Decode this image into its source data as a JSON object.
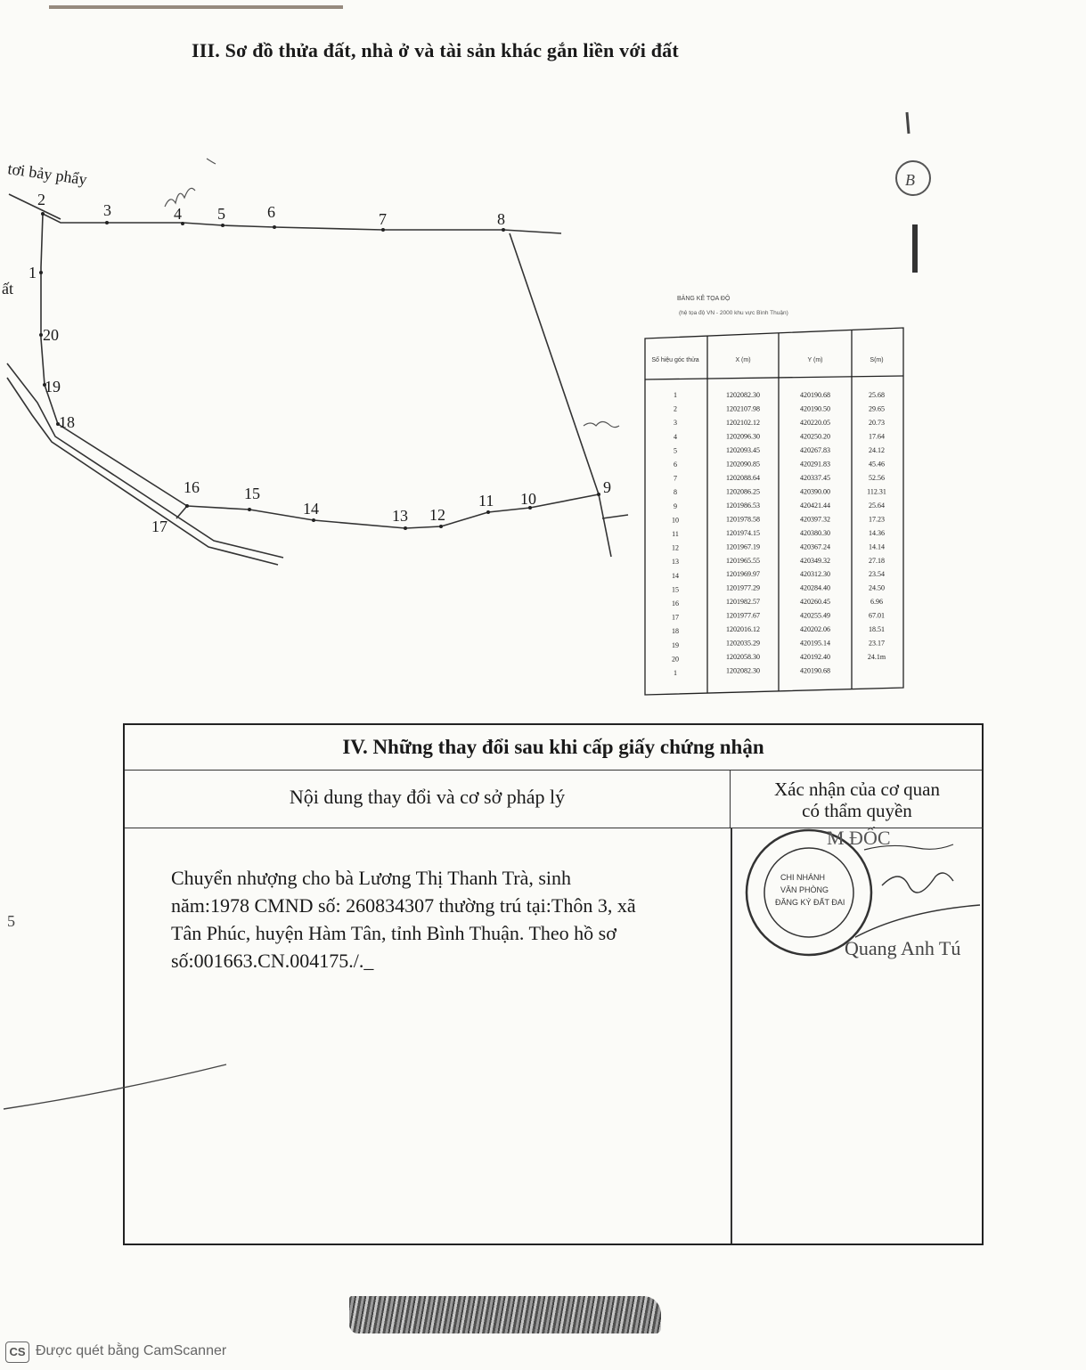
{
  "section3": {
    "title": "III. Sơ đồ thửa đất, nhà ở và tài sản khác gắn liền với đất"
  },
  "map": {
    "road_label": "tơi bảy phẩy",
    "left_fragment": "ất",
    "point_labels": [
      "1",
      "2",
      "3",
      "4",
      "5",
      "6",
      "7",
      "8",
      "9",
      "10",
      "11",
      "12",
      "13",
      "14",
      "15",
      "16",
      "17",
      "18",
      "19",
      "20"
    ]
  },
  "coord_table": {
    "title": "BẢNG KÊ TỌA ĐỘ",
    "subtitle": "(hệ tọa độ VN - 2000 khu vực Bình Thuận)",
    "headers": [
      "Số hiệu góc thửa",
      "X (m)",
      "Y (m)",
      "S(m)"
    ],
    "rows": [
      [
        "1",
        "1202082.30",
        "420190.68",
        "25.68"
      ],
      [
        "2",
        "1202107.98",
        "420190.50",
        "29.65"
      ],
      [
        "3",
        "1202102.12",
        "420220.05",
        "20.73"
      ],
      [
        "4",
        "1202096.30",
        "420250.20",
        "17.64"
      ],
      [
        "5",
        "1202093.45",
        "420267.83",
        "24.12"
      ],
      [
        "6",
        "1202090.85",
        "420291.83",
        "45.46"
      ],
      [
        "7",
        "1202088.64",
        "420337.45",
        "52.56"
      ],
      [
        "8",
        "1202086.25",
        "420390.00",
        "112.31"
      ],
      [
        "9",
        "1201986.53",
        "420421.44",
        "25.64"
      ],
      [
        "10",
        "1201978.58",
        "420397.32",
        "17.23"
      ],
      [
        "11",
        "1201974.15",
        "420380.30",
        "14.36"
      ],
      [
        "12",
        "1201967.19",
        "420367.24",
        "14.14"
      ],
      [
        "13",
        "1201965.55",
        "420349.32",
        "27.18"
      ],
      [
        "14",
        "1201969.97",
        "420312.30",
        "23.54"
      ],
      [
        "15",
        "1201977.29",
        "420284.40",
        "24.50"
      ],
      [
        "16",
        "1201982.57",
        "420260.45",
        "6.96"
      ],
      [
        "17",
        "1201977.67",
        "420255.49",
        "67.01"
      ],
      [
        "18",
        "1202016.12",
        "420202.06",
        "18.51"
      ],
      [
        "19",
        "1202035.29",
        "420195.14",
        "23.17"
      ],
      [
        "20",
        "1202058.30",
        "420192.40",
        "24.1m"
      ],
      [
        "1",
        "1202082.30",
        "420190.68",
        ""
      ]
    ]
  },
  "section4": {
    "title": "IV. Những thay đổi sau khi cấp giấy chứng nhận",
    "col_left": "Nội dung thay đổi và cơ sở pháp lý",
    "col_right_line1": "Xác nhận của cơ quan",
    "col_right_line2": "có thẩm quyền",
    "content_lines": [
      "Chuyển nhượng cho bà Lương Thị Thanh Trà, sinh",
      "năm:1978 CMND số: 260834307 thường trú tại:Thôn 3, xã",
      "Tân Phúc, huyện Hàm Tân, tỉnh Bình Thuận. Theo hồ sơ",
      "số:001663.CN.004175./._"
    ],
    "director_title": "M ĐỐC",
    "signer_name": "Quang Anh Tú",
    "stamp_lines": [
      "CHI NHÁNH",
      "VĂN PHÒNG",
      "ĐĂNG KÝ ĐẤT ĐAI"
    ]
  },
  "margin": {
    "left_number": "5"
  },
  "footer": {
    "badge": "CS",
    "text": "Được quét bằng CamScanner"
  }
}
